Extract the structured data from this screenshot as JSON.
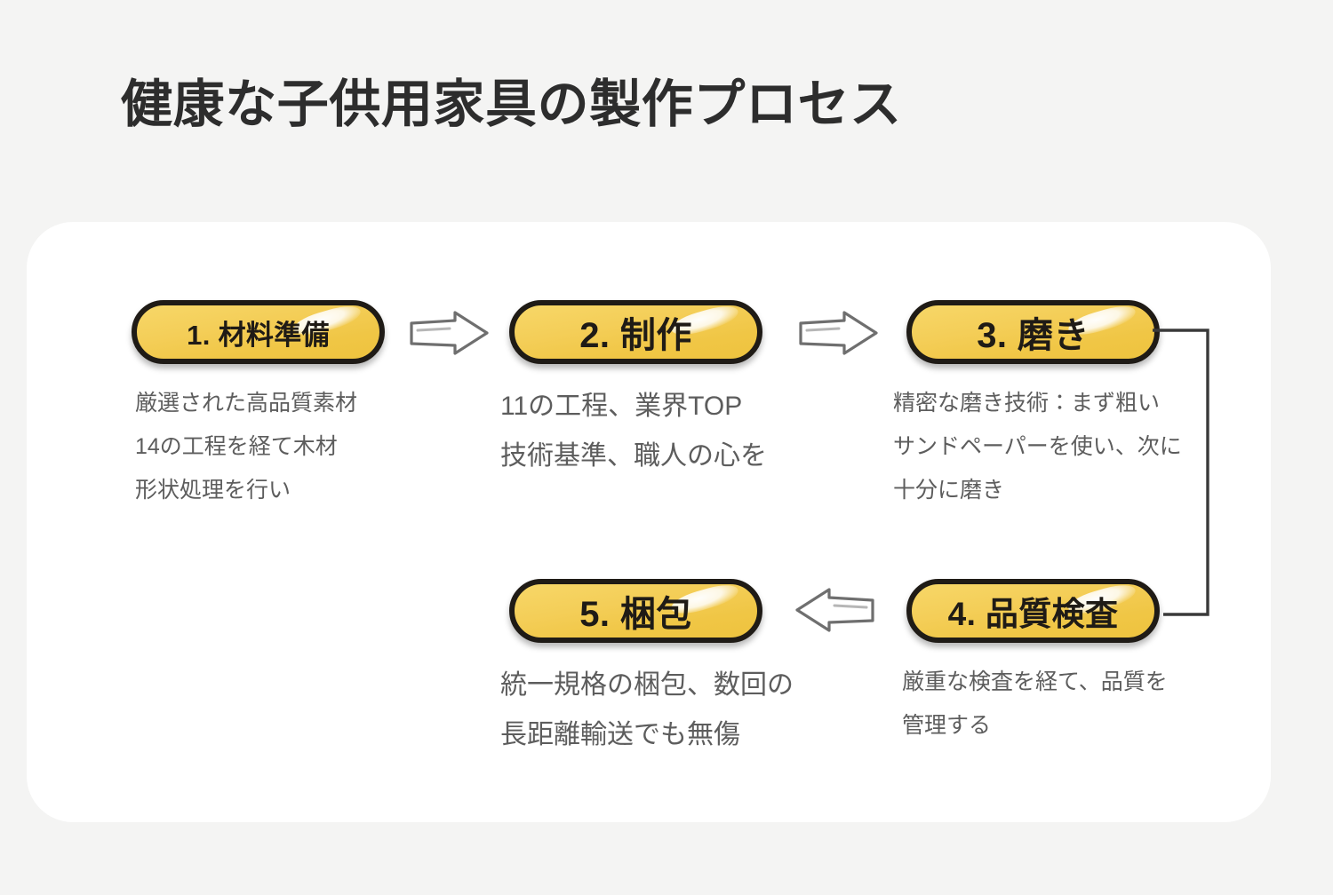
{
  "page": {
    "title": "健康な子供用家具の製作プロセス",
    "background_color": "#f4f4f3",
    "card_color": "#ffffff"
  },
  "theme": {
    "pill_fill": "#f2cb51",
    "pill_border": "#1f1b16",
    "pill_label_color": "#1f1b16",
    "description_color": "#5d5d5d",
    "title_color": "#2d2d2d",
    "arrow_stroke": "#6b6b6b",
    "connector_stroke": "#3a3a3a"
  },
  "process": {
    "steps": [
      {
        "id": "step-1",
        "label": "1. 材料準備",
        "description_lines": [
          "厳選された高品質素材",
          "14の工程を経て木材",
          "形状処理を行い"
        ]
      },
      {
        "id": "step-2",
        "label": "2. 制作",
        "description_lines": [
          "11の工程、業界TOP",
          "技術基準、職人の心を"
        ]
      },
      {
        "id": "step-3",
        "label": "3. 磨き",
        "description_lines": [
          "精密な磨き技術：まず粗い",
          "サンドペーパーを使い、次に",
          "十分に磨き"
        ]
      },
      {
        "id": "step-4",
        "label": "4. 品質検査",
        "description_lines": [
          "厳重な検査を経て、品質を",
          "管理する"
        ]
      },
      {
        "id": "step-5",
        "label": "5. 梱包",
        "description_lines": [
          "統一規格の梱包、数回の",
          "長距離輸送でも無傷"
        ]
      }
    ],
    "connectors": [
      {
        "id": "arrow-1",
        "from": "step-1",
        "to": "step-2",
        "direction": "right"
      },
      {
        "id": "arrow-2",
        "from": "step-2",
        "to": "step-3",
        "direction": "right"
      },
      {
        "id": "connector",
        "from": "step-3",
        "to": "step-4",
        "direction": "down-bracket"
      },
      {
        "id": "arrow-3",
        "from": "step-4",
        "to": "step-5",
        "direction": "left"
      }
    ]
  }
}
